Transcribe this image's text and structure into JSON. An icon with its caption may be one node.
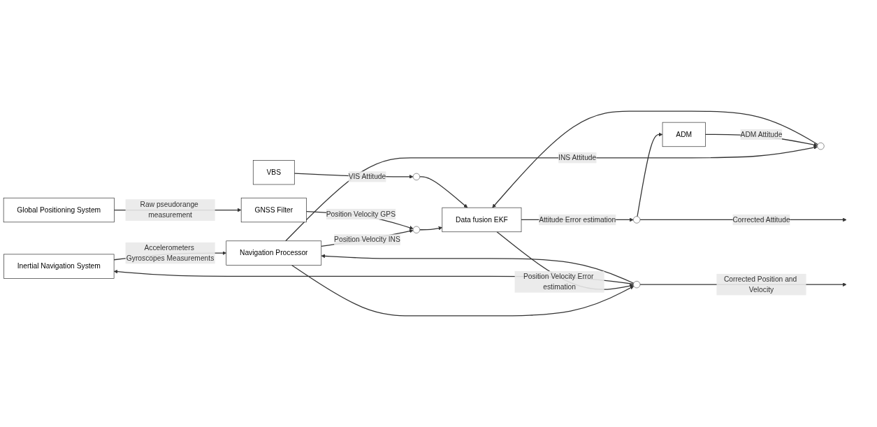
{
  "diagram": {
    "nodes": [
      {
        "text": [
          "Inertial Navigation System"
        ]
      },
      {
        "text": [
          "Navigation Processor"
        ]
      },
      {
        "text": [],
        "shape": "circle"
      },
      {
        "text": [
          "Global Positioning System"
        ]
      },
      {
        "text": [
          "GNSS Filter"
        ]
      },
      {
        "text": [],
        "shape": "circle"
      },
      {
        "text": [
          "Data fusion EKF"
        ]
      },
      {
        "text": [
          "ADM"
        ]
      },
      {
        "text": [],
        "shape": "circle"
      },
      {
        "text": [],
        "shape": "circle"
      },
      {
        "text": [
          "VBS"
        ]
      },
      {
        "text": [],
        "shape": "circle"
      }
    ],
    "edges": [
      {
        "from": 0,
        "to": 1,
        "label": "Accelerometers Gyroscopes Measurements",
        "arrow": "to"
      },
      {
        "from": 1,
        "to": 2,
        "arrow": "to"
      },
      {
        "from": 1,
        "to": 5,
        "label": "Position Velocity INS",
        "arrow": "to"
      },
      {
        "from": 1,
        "to": 8,
        "label": "INS Attitude",
        "arrow": "to"
      },
      {
        "from": 2,
        "to": null,
        "label": "Corrected Position and Velocity",
        "arrow": "to"
      },
      {
        "from": 2,
        "to": 0,
        "arrow": "to"
      },
      {
        "from": 2,
        "to": 1,
        "arrow": "to"
      },
      {
        "from": 3,
        "to": 4,
        "label": "Raw pseudorange measurement",
        "arrow": "to"
      },
      {
        "from": 4,
        "to": 5,
        "label": "Position Velocity GPS",
        "arrow": "to"
      },
      {
        "from": 5,
        "to": 6,
        "arrow": "to"
      },
      {
        "from": 8,
        "to": 6,
        "arrow": "to"
      },
      {
        "from": 11,
        "to": 6,
        "arrow": "to"
      },
      {
        "from": 6,
        "to": 2,
        "label": "Position Velocity Error estimation",
        "arrow": "to"
      },
      {
        "from": 6,
        "to": 9,
        "label": "Attitude Error estimation",
        "arrow": "to"
      },
      {
        "from": 9,
        "to": null,
        "label": "Corrected Attitude",
        "arrow": "to"
      },
      {
        "from": 9,
        "to": 7,
        "arrow": "to"
      },
      {
        "from": 7,
        "to": 8,
        "label": "ADM Attitude",
        "arrow": "to"
      },
      {
        "from": 10,
        "to": 11,
        "label": "VIS Attitude",
        "arrow": "to"
      }
    ]
  }
}
